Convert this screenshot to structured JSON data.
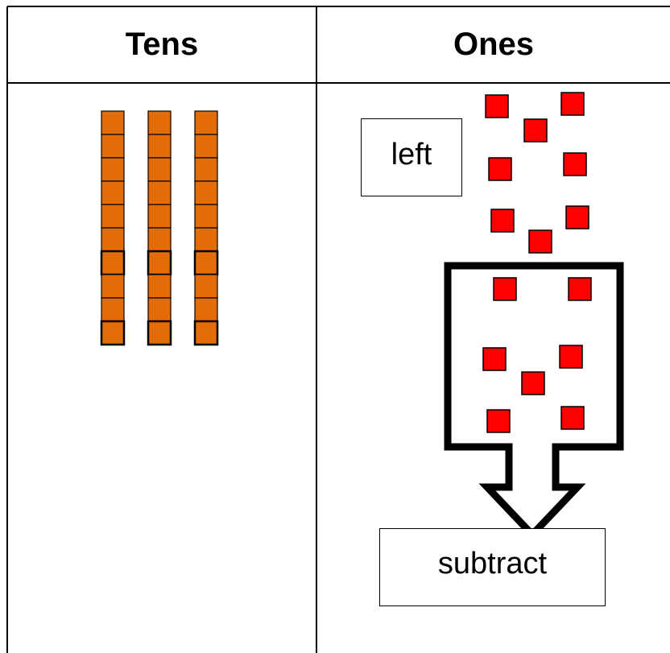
{
  "table": {
    "headers": {
      "tens": "Tens",
      "ones": "Ones"
    }
  },
  "tens_column": {
    "rods": 3,
    "units_per_rod": 10,
    "rod_color": "#E36C09"
  },
  "ones_column": {
    "cube_color": "#FF0000",
    "cubes_left_count": 8,
    "cubes_subtracted_count": 7,
    "labels": {
      "left": "left",
      "subtract": "subtract"
    }
  }
}
